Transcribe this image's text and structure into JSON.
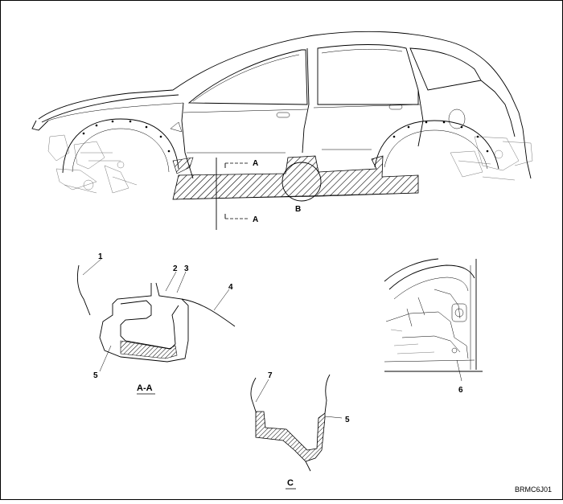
{
  "labels": {
    "section_a_top": "A",
    "section_a_bottom": "A",
    "detail_b": "B",
    "part_1": "1",
    "part_2": "2",
    "part_3": "3",
    "part_4": "4",
    "part_5_left": "5",
    "part_5_right": "5",
    "part_6": "6",
    "part_7": "7",
    "view_aa": "A-A",
    "view_c": "C",
    "figure_code": "BRMC6J01"
  },
  "icons": {
    "car_side_view": "car-side-view",
    "rocker_section_aa": "rocker-panel-cross-section",
    "rocker_section_c": "rocker-panel-cross-section-c",
    "detail_view_b": "wheel-arch-detail"
  }
}
